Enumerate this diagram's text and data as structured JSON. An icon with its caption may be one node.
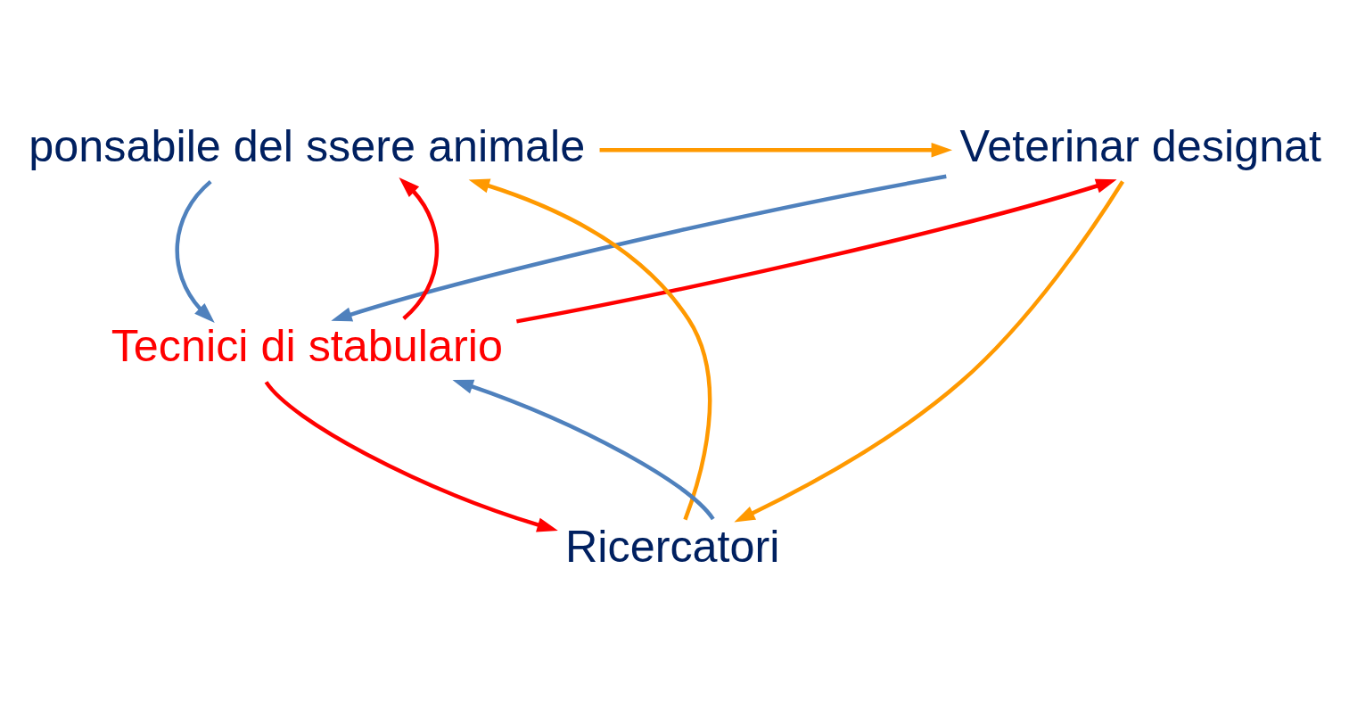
{
  "diagram": {
    "nodes": [
      {
        "text": [
          "ponsabile del ssere animale"
        ]
      },
      {
        "text": [
          "Veterinar designat"
        ]
      },
      {
        "text": [
          "Tecnici di stabulario"
        ]
      },
      {
        "text": [
          "Ricercatori"
        ]
      }
    ],
    "edges": [
      {
        "from": 0,
        "to": 1,
        "arrow": "to",
        "color": "#ff9900"
      },
      {
        "from": 3,
        "to": 0,
        "arrow": "to",
        "color": "#ff9900"
      },
      {
        "from": 0,
        "to": 2,
        "arrow": "to",
        "color": "#4f81bd"
      },
      {
        "from": 2,
        "to": 0,
        "arrow": "to",
        "color": "#ff0000"
      },
      {
        "from": 2,
        "to": 1,
        "arrow": "to",
        "color": "#ff0000"
      },
      {
        "from": 1,
        "to": 2,
        "arrow": "to",
        "color": "#4f81bd"
      },
      {
        "from": 1,
        "to": 3,
        "arrow": "to",
        "color": "#ff9900"
      },
      {
        "from": 3,
        "to": 2,
        "arrow": "to",
        "color": "#4f81bd"
      },
      {
        "from": 2,
        "to": 3,
        "arrow": "to",
        "color": "#ff0000"
      }
    ]
  }
}
